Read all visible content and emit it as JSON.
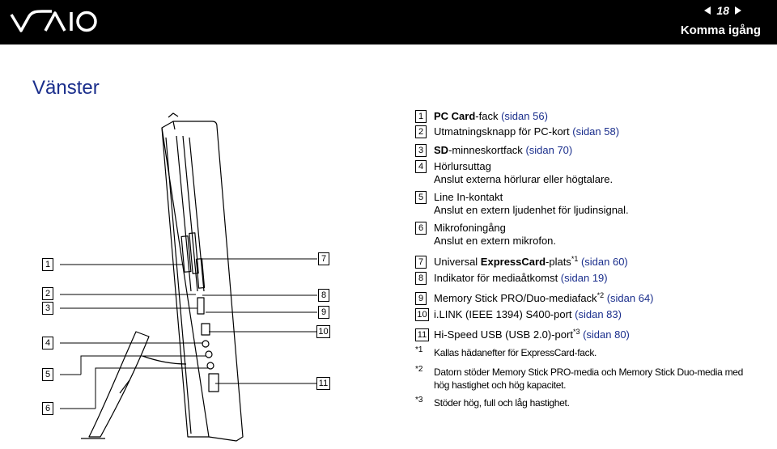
{
  "header": {
    "page_number": "18",
    "section": "Komma igång",
    "logo_text": "VAIO"
  },
  "title": "Vänster",
  "callouts_left": [
    "1",
    "2",
    "3",
    "4",
    "5",
    "6"
  ],
  "callouts_right": [
    "7",
    "8",
    "9",
    "10",
    "11"
  ],
  "items": [
    {
      "key": "1",
      "lines": [
        {
          "bold": "PC Card",
          "text": "-fack ",
          "link": "(sidan 56)"
        }
      ]
    },
    {
      "key": "2",
      "lines": [
        {
          "bold": "",
          "text": "Utmatningsknapp för PC-kort ",
          "link": "(sidan 58)"
        }
      ]
    },
    {
      "key": "3",
      "lines": [
        {
          "bold": "SD",
          "text": "-minneskortfack ",
          "link": "(sidan 70)"
        }
      ]
    },
    {
      "key": "4",
      "lines": [
        {
          "bold": "",
          "text": "Hörlursuttag",
          "link": ""
        },
        {
          "bold": "",
          "text": "Anslut externa hörlurar eller högtalare.",
          "link": ""
        }
      ]
    },
    {
      "key": "5",
      "lines": [
        {
          "bold": "",
          "text": "Line In-kontakt",
          "link": ""
        },
        {
          "bold": "",
          "text": "Anslut en extern ljudenhet för ljudinsignal.",
          "link": ""
        }
      ]
    },
    {
      "key": "6",
      "lines": [
        {
          "bold": "",
          "text": "Mikrofoningång",
          "link": ""
        },
        {
          "bold": "",
          "text": "Anslut en extern mikrofon.",
          "link": ""
        }
      ]
    },
    {
      "key": "7",
      "lines": [
        {
          "pre": "Universal ",
          "bold": "ExpressCard",
          "text": "-plats",
          "sup": "*1",
          "link": " (sidan 60)"
        }
      ]
    },
    {
      "key": "8",
      "lines": [
        {
          "bold": "",
          "text": "Indikator för mediaåtkomst ",
          "link": "(sidan 19)"
        }
      ]
    },
    {
      "key": "9",
      "lines": [
        {
          "bold": "",
          "text": "Memory Stick PRO/Duo-mediafack",
          "sup": "*2",
          "link": " (sidan 64)"
        }
      ]
    },
    {
      "key": "10",
      "lines": [
        {
          "bold": "",
          "text": "i.LINK (IEEE 1394) S400-port ",
          "link": "(sidan 83)"
        }
      ]
    },
    {
      "key": "11",
      "lines": [
        {
          "bold": "",
          "text": "Hi-Speed USB (USB 2.0)-port",
          "sup": "*3",
          "link": " (sidan 80)"
        }
      ]
    }
  ],
  "notes": [
    {
      "mark": "*1",
      "lines": [
        "Kallas hädanefter för ExpressCard-fack."
      ]
    },
    {
      "mark": "*2",
      "lines": [
        "Datorn stöder Memory Stick PRO-media och Memory Stick Duo-media med",
        "hög hastighet och hög kapacitet."
      ]
    },
    {
      "mark": "*3",
      "lines": [
        "Stöder hög, full och låg hastighet."
      ]
    }
  ]
}
